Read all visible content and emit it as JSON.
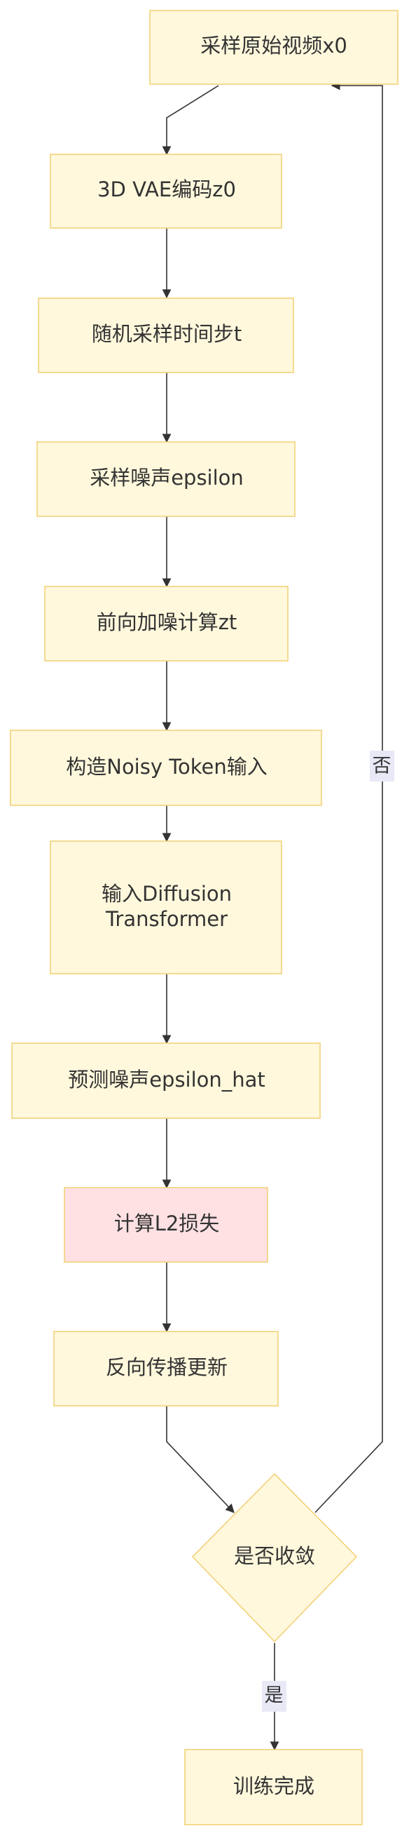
{
  "nodes": {
    "sample_video": "采样原始视频x0",
    "vae_encode": "3D VAE编码z0",
    "sample_timestep": "随机采样时间步t",
    "sample_noise": "采样噪声epsilon",
    "forward_noise": "前向加噪计算zt",
    "noisy_token": "构造Noisy Token输入",
    "dit_line1": "输入Diffusion",
    "dit_line2": "Transformer",
    "predict_noise": "预测噪声epsilon_hat",
    "l2_loss": "计算L2损失",
    "backprop": "反向传播更新",
    "converged": "是否收敛",
    "done": "训练完成"
  },
  "edges": {
    "no_label": "否",
    "yes_label": "是"
  },
  "colors": {
    "node_fill": "#fff8dc",
    "node_stroke": "#f2d27a",
    "loss_fill": "#ffe0e3",
    "edge": "#333333",
    "label_bg": "#e8e8f6"
  }
}
